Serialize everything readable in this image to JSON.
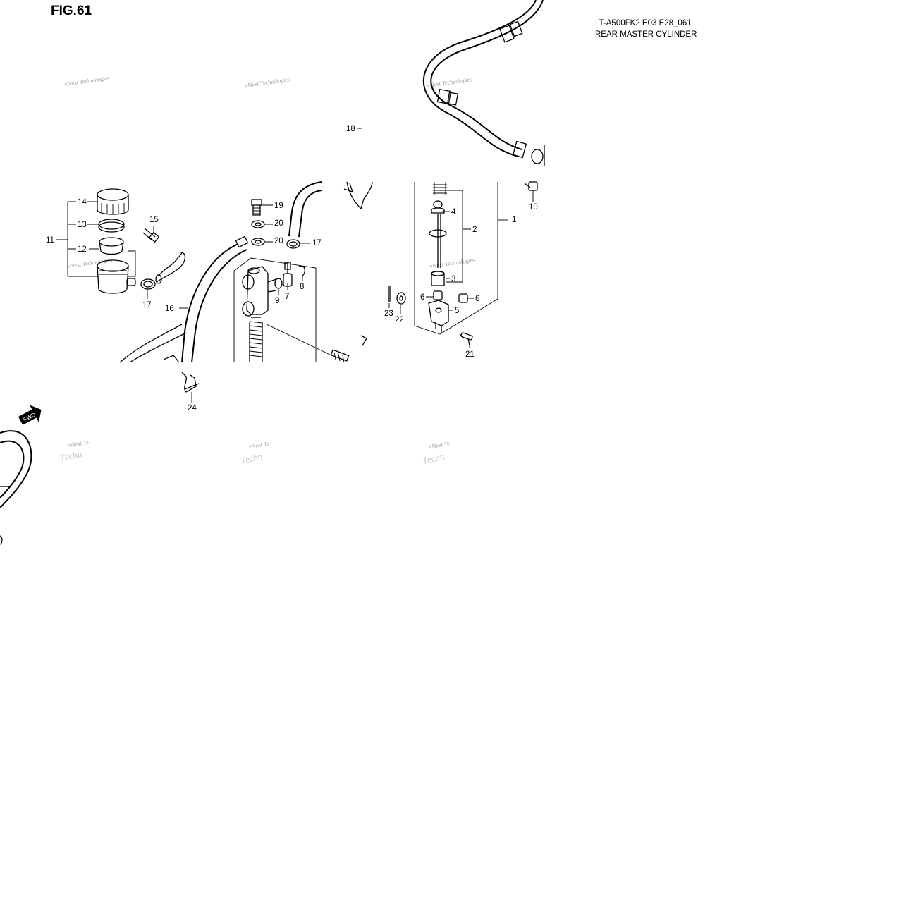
{
  "figure": {
    "number": "FIG.61",
    "model_code": "LT-A500FK2 E03 E28_061",
    "title": "REAR MASTER CYLINDER"
  },
  "watermark": {
    "line1": "vNext Technologies",
    "line1_cut": "vNext Te",
    "line2_cut": "Techn"
  },
  "fwd_label": "FWD",
  "callouts": [
    {
      "id": "c1",
      "label": "1"
    },
    {
      "id": "c2",
      "label": "2"
    },
    {
      "id": "c3",
      "label": "3"
    },
    {
      "id": "c4",
      "label": "4"
    },
    {
      "id": "c5",
      "label": "5"
    },
    {
      "id": "c6a",
      "label": "6"
    },
    {
      "id": "c6b",
      "label": "6"
    },
    {
      "id": "c7",
      "label": "7"
    },
    {
      "id": "c8",
      "label": "8"
    },
    {
      "id": "c9",
      "label": "9"
    },
    {
      "id": "c10",
      "label": "10"
    },
    {
      "id": "c11",
      "label": "11"
    },
    {
      "id": "c12",
      "label": "12"
    },
    {
      "id": "c13",
      "label": "13"
    },
    {
      "id": "c14",
      "label": "14"
    },
    {
      "id": "c15",
      "label": "15"
    },
    {
      "id": "c16",
      "label": "16"
    },
    {
      "id": "c17a",
      "label": "17"
    },
    {
      "id": "c17b",
      "label": "17"
    },
    {
      "id": "c18",
      "label": "18"
    },
    {
      "id": "c19",
      "label": "19"
    },
    {
      "id": "c20a",
      "label": "20"
    },
    {
      "id": "c20b",
      "label": "20"
    },
    {
      "id": "c21",
      "label": "21"
    },
    {
      "id": "c22",
      "label": "22"
    },
    {
      "id": "c23",
      "label": "23"
    },
    {
      "id": "c24",
      "label": "24"
    }
  ]
}
